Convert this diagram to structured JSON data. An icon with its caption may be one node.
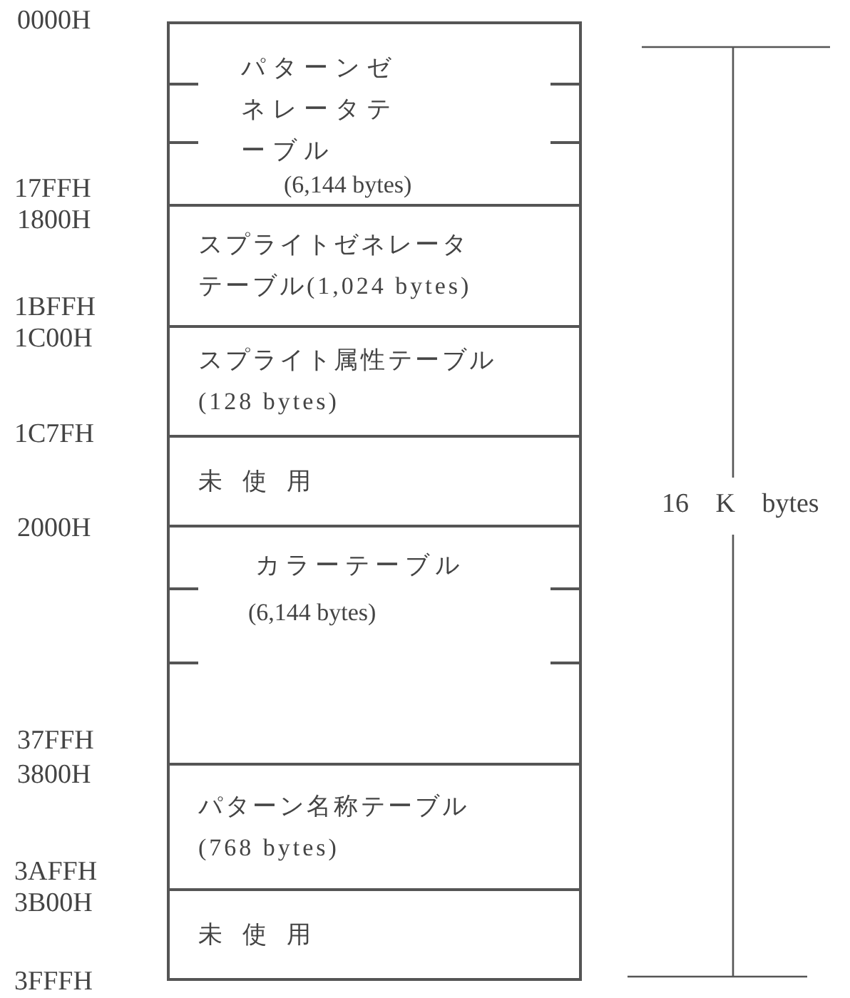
{
  "diagram": {
    "nodes": [
      {
        "text": [
          "パターンゼネレータテーブル",
          "(6,144 bytes)"
        ]
      },
      {
        "text": [
          "スプライトゼネレータテーブル(1,024 bytes)"
        ]
      },
      {
        "text": [
          "スプライト属性テーブル(128 bytes)"
        ]
      },
      {
        "text": [
          "未使用"
        ]
      },
      {
        "text": [
          "カラーテーブル",
          "(6,144 bytes)"
        ]
      },
      {
        "text": [
          "パターン名称テーブル(768 bytes)"
        ]
      },
      {
        "text": [
          "未使用"
        ]
      }
    ],
    "labels": [
      "0000H",
      "17FFH",
      "1800H",
      "1BFFH",
      "1C00H",
      "1C7FH",
      "2000H",
      "37FFH",
      "3800H",
      "3AFFH",
      "3B00H",
      "3FFFH",
      "16 K bytes"
    ]
  }
}
